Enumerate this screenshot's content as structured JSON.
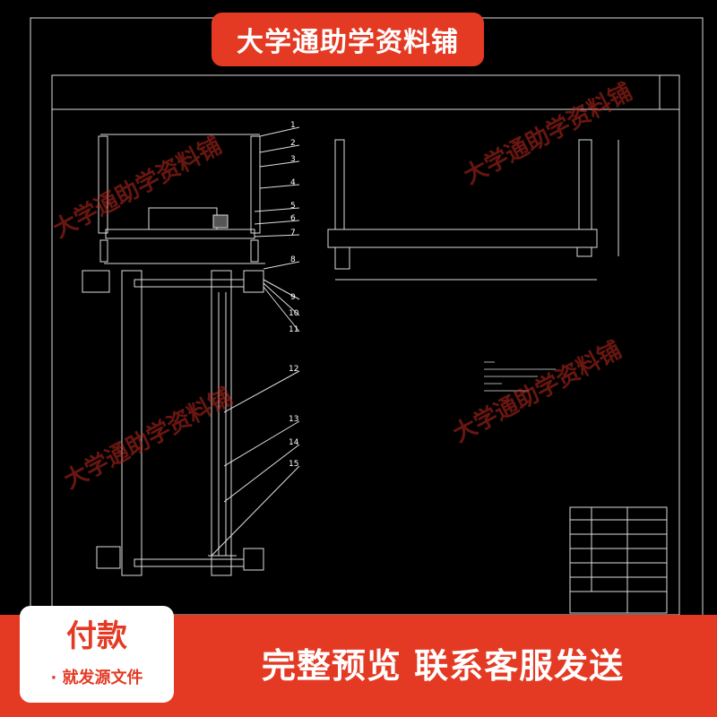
{
  "banner": {
    "title": "大学通助学资料铺"
  },
  "watermark": {
    "text": "大学通助学资料铺"
  },
  "drawing": {
    "part_numbers": [
      "1",
      "2",
      "3",
      "4",
      "5",
      "6",
      "7",
      "8",
      "9",
      "10",
      "11",
      "12",
      "13",
      "14",
      "15"
    ]
  },
  "footer": {
    "pay_title": "付款",
    "pay_subtitle": "· 就发源文件",
    "message": "完整预览  联系客服发送"
  },
  "colors": {
    "accent": "#e43a23",
    "background": "#000000",
    "line": "#ffffff"
  }
}
